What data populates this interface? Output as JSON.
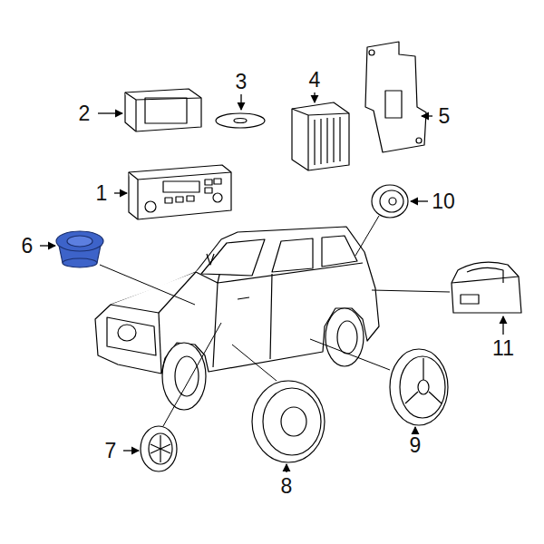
{
  "diagram": {
    "labels": [
      "2",
      "3",
      "4",
      "5",
      "1",
      "10",
      "6",
      "11",
      "7",
      "8",
      "9"
    ]
  }
}
